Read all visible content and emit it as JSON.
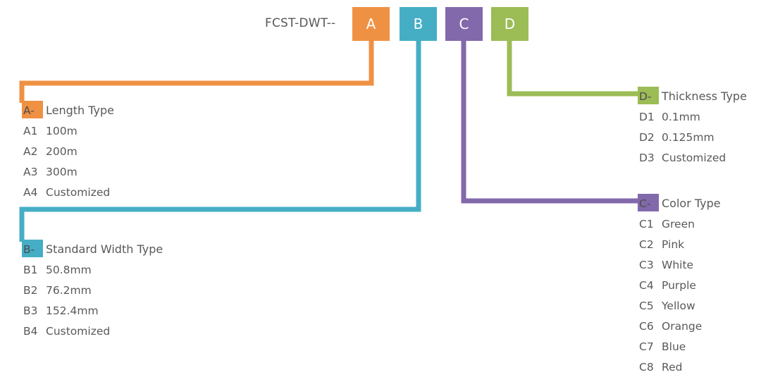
{
  "header": {
    "prefix_label": "FCST-DWT--",
    "boxes": [
      {
        "id": "A",
        "label": "A",
        "color": "#EF9143"
      },
      {
        "id": "B",
        "label": "B",
        "color": "#45AEC5"
      },
      {
        "id": "C",
        "label": "C",
        "color": "#8269AB"
      },
      {
        "id": "D",
        "label": "D",
        "color": "#9CBC55"
      }
    ]
  },
  "sections": {
    "A": {
      "code": "A-",
      "title": "Length Type",
      "color": "#EF9143",
      "items": [
        {
          "code": "A1",
          "desc": "100m"
        },
        {
          "code": "A2",
          "desc": "200m"
        },
        {
          "code": "A3",
          "desc": "300m"
        },
        {
          "code": "A4",
          "desc": "Customized"
        }
      ]
    },
    "B": {
      "code": "B-",
      "title": "Standard Width Type",
      "color": "#45AEC5",
      "items": [
        {
          "code": "B1",
          "desc": "50.8mm"
        },
        {
          "code": "B2",
          "desc": "76.2mm"
        },
        {
          "code": "B3",
          "desc": "152.4mm"
        },
        {
          "code": "B4",
          "desc": "Customized"
        }
      ]
    },
    "C": {
      "code": "C-",
      "title": "Color Type",
      "color": "#8269AB",
      "items": [
        {
          "code": "C1",
          "desc": "Green"
        },
        {
          "code": "C2",
          "desc": "Pink"
        },
        {
          "code": "C3",
          "desc": "White"
        },
        {
          "code": "C4",
          "desc": "Purple"
        },
        {
          "code": "C5",
          "desc": "Yellow"
        },
        {
          "code": "C6",
          "desc": "Orange"
        },
        {
          "code": "C7",
          "desc": "Blue"
        },
        {
          "code": "C8",
          "desc": "Red"
        }
      ]
    },
    "D": {
      "code": "D-",
      "title": "Thickness Type",
      "color": "#9CBC55",
      "items": [
        {
          "code": "D1",
          "desc": "0.1mm"
        },
        {
          "code": "D2",
          "desc": "0.125mm"
        },
        {
          "code": "D3",
          "desc": "Customized"
        }
      ]
    }
  },
  "text_color": "#58595b"
}
